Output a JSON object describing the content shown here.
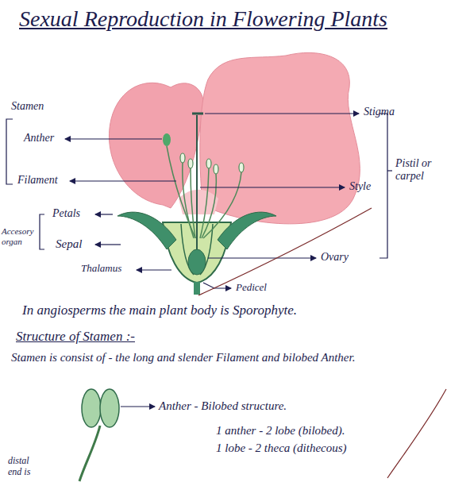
{
  "diagram": {
    "title": "Sexual Reproduction in Flowering Plants",
    "labels": [
      "Stamen",
      "Anther",
      "Filament",
      "Petals",
      "Accesory organ",
      "Sepal",
      "Thalamus",
      "Stigma",
      "Style",
      "Pistil or carpel",
      "Ovary",
      "Pedicel",
      "In angiosperms the main plant body is Sporophyte.",
      "Structure of Stamen :-",
      "Stamen is consist of - the long and slender Filament and bilobed Anther.",
      "Anther - Bilobed structure.",
      "1 anther - 2 lobe (bilobed).",
      "1 lobe - 2 theca (dithecous)",
      "distal end is"
    ]
  }
}
